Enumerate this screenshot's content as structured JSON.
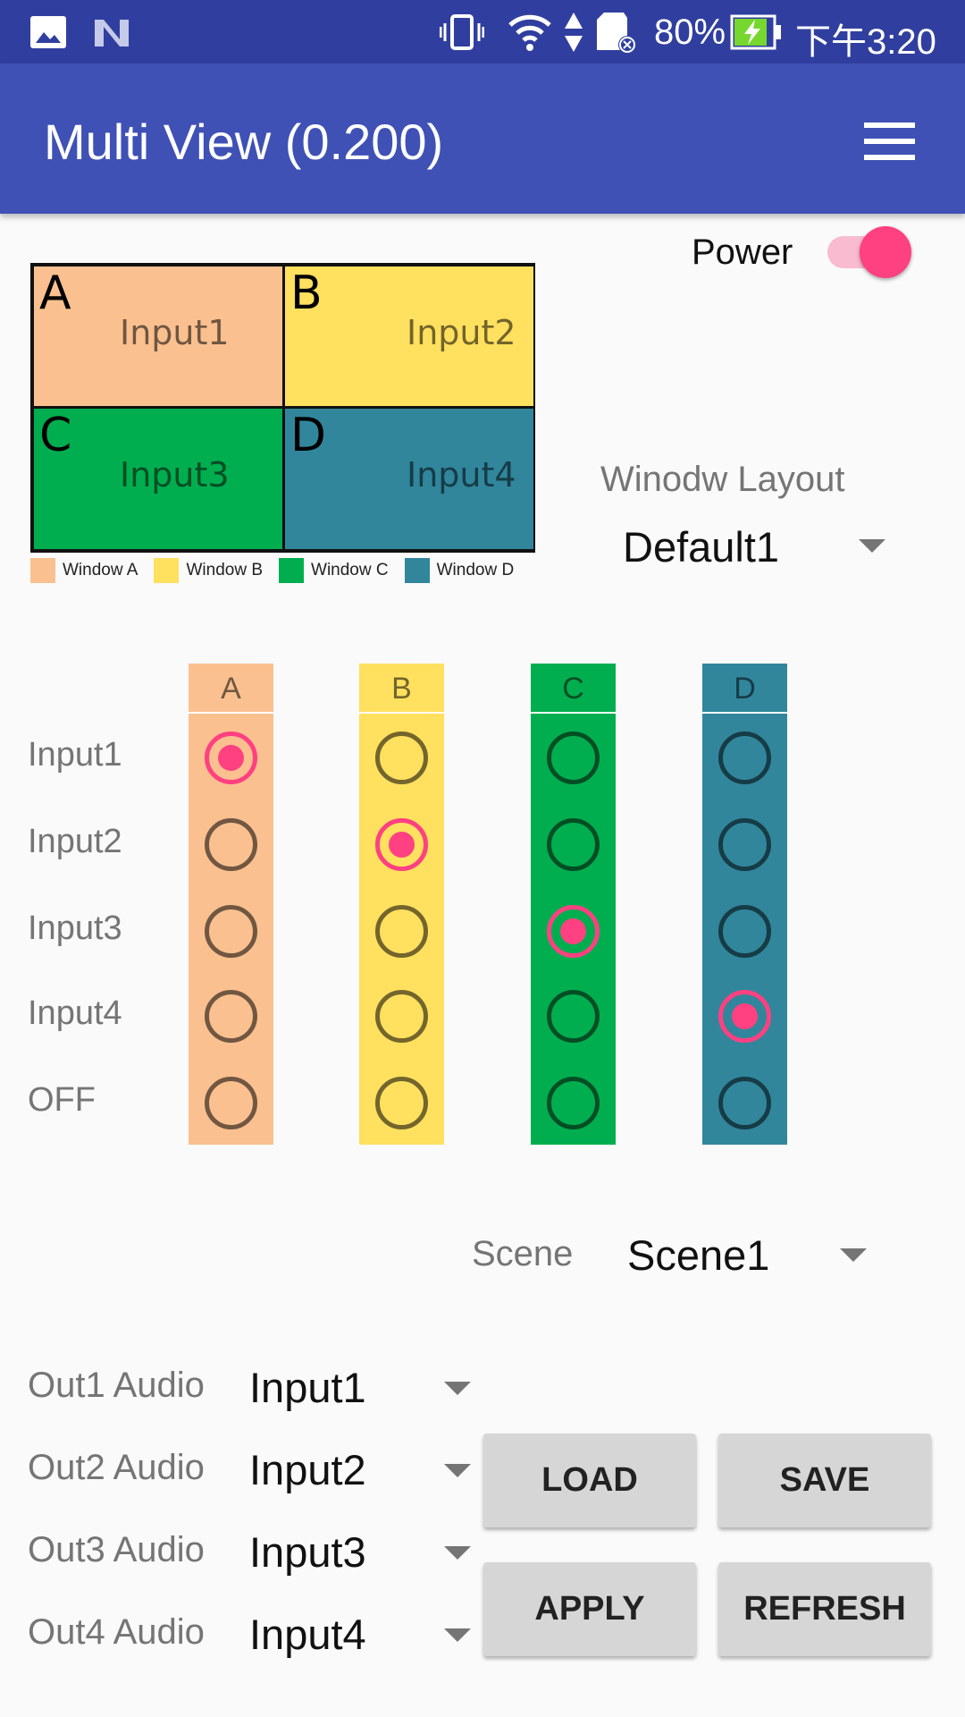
{
  "status_bar": {
    "battery": "80%",
    "time": "下午3:20",
    "icons": [
      "image-icon",
      "n-icon",
      "vibrate-icon",
      "wifi-icon",
      "data-arrows-icon",
      "sd-card-icon",
      "battery-charging-icon"
    ]
  },
  "app_bar": {
    "title": "Multi View (0.200)",
    "menu_icon": "hamburger-menu-icon"
  },
  "power": {
    "label": "Power",
    "on": true
  },
  "preview": {
    "cells": [
      {
        "letter": "A",
        "input": "Input1",
        "color": "#FAC090"
      },
      {
        "letter": "B",
        "input": "Input2",
        "color": "#FFE05F"
      },
      {
        "letter": "C",
        "input": "Input3",
        "color": "#00AE4F"
      },
      {
        "letter": "D",
        "input": "Input4",
        "color": "#31869C"
      }
    ],
    "legend": [
      "Window A",
      "Window B",
      "Window C",
      "Window D"
    ]
  },
  "layout": {
    "label": "Winodw Layout",
    "value": "Default1"
  },
  "matrix": {
    "columns": [
      "A",
      "B",
      "C",
      "D"
    ],
    "rows": [
      "Input1",
      "Input2",
      "Input3",
      "Input4",
      "OFF"
    ],
    "selected": [
      0,
      1,
      2,
      3
    ]
  },
  "scene": {
    "label": "Scene",
    "value": "Scene1"
  },
  "audio": [
    {
      "label": "Out1 Audio",
      "value": "Input1"
    },
    {
      "label": "Out2 Audio",
      "value": "Input2"
    },
    {
      "label": "Out3 Audio",
      "value": "Input3"
    },
    {
      "label": "Out4 Audio",
      "value": "Input4"
    }
  ],
  "buttons": {
    "load": "LOAD",
    "save": "SAVE",
    "apply": "APPLY",
    "refresh": "REFRESH"
  },
  "accent": "#FF4081"
}
